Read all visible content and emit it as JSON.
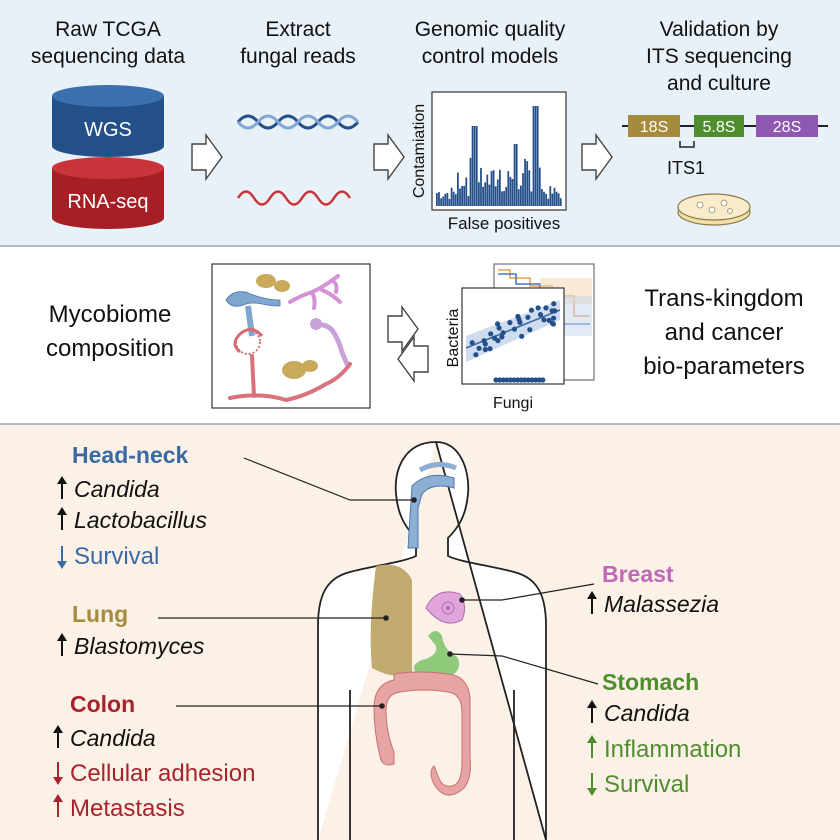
{
  "top": {
    "step1": {
      "line1": "Raw TCGA",
      "line2": "sequencing data",
      "wgs": "WGS",
      "rnaseq": "RNA-seq"
    },
    "step2": {
      "line1": "Extract",
      "line2": "fungal reads"
    },
    "step3": {
      "line1": "Genomic quality",
      "line2": "control models",
      "y_label": "Contamiation",
      "x_label": "False positives"
    },
    "step4": {
      "line1": "Validation by",
      "line2": "ITS sequencing",
      "line3": "and culture",
      "seg1": "18S",
      "seg2": "5.8S",
      "seg3": "28S",
      "its": "ITS1"
    }
  },
  "middle": {
    "left_line1": "Mycobiome",
    "left_line2": "composition",
    "y_label": "Bacteria",
    "x_label": "Fungi",
    "right_line1": "Trans-kingdom",
    "right_line2": "and cancer",
    "right_line3": "bio-parameters"
  },
  "bottom": {
    "headneck": {
      "title": "Head-neck",
      "i1": "Candida",
      "i2": "Lactobacillus",
      "i3": "Survival"
    },
    "lung": {
      "title": "Lung",
      "i1": "Blastomyces"
    },
    "colon": {
      "title": "Colon",
      "i1": "Candida",
      "i2": "Cellular adhesion",
      "i3": "Metastasis"
    },
    "breast": {
      "title": "Breast",
      "i1": "Malassezia"
    },
    "stomach": {
      "title": "Stomach",
      "i1": "Candida",
      "i2": "Inflammation",
      "i3": "Survival"
    }
  },
  "colors": {
    "headneck": "#3a6aa3",
    "lung": "#a68a3e",
    "colon": "#a8242d",
    "breast": "#c068b8",
    "stomach": "#4f8e2f",
    "top_bg": "#e8f0f8",
    "bottom_bg": "#fbf1e6"
  }
}
